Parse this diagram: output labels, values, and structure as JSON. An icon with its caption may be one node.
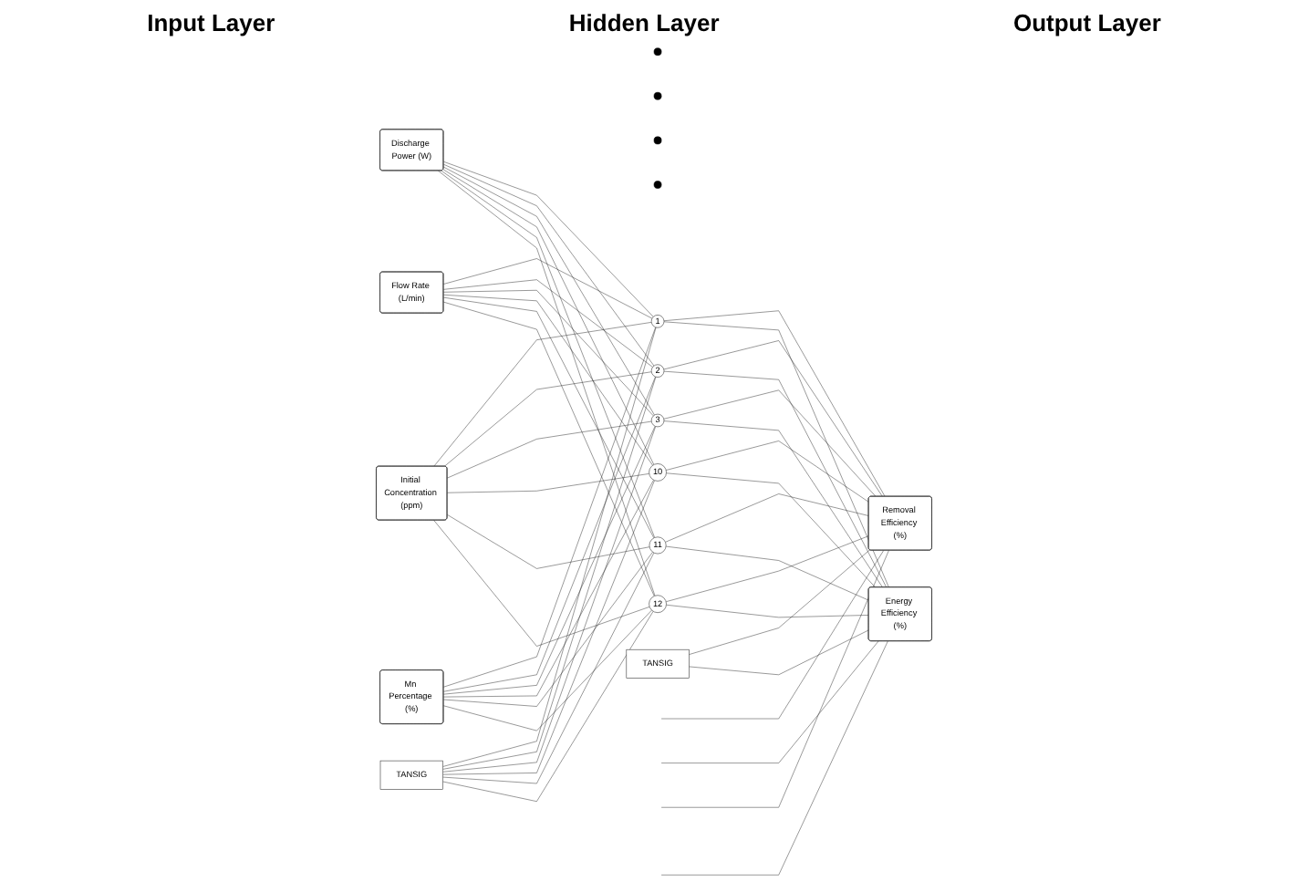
{
  "diagram": {
    "nodes": [
      {
        "text": [
          "Discharge Power (W)"
        ]
      },
      {
        "text": [
          "Flow Rate (L/min)"
        ]
      },
      {
        "text": [
          "Initial Concentration (ppm)"
        ]
      },
      {
        "text": [
          "Mn Percentage (%)"
        ]
      },
      {
        "text": [
          "1"
        ]
      },
      {
        "text": [
          "2"
        ]
      },
      {
        "text": [
          "3"
        ]
      },
      {
        "text": [],
        "shape": "circle"
      },
      {
        "text": [],
        "shape": "circle"
      },
      {
        "text": [],
        "shape": "circle"
      },
      {
        "text": [],
        "shape": "circle"
      },
      {
        "text": [
          "10"
        ]
      },
      {
        "text": [
          "11"
        ]
      },
      {
        "text": [
          "12"
        ]
      },
      {
        "text": [
          "Removal Efficiency (%)"
        ]
      },
      {
        "text": [
          "Energy Efficiency (%)"
        ]
      },
      {
        "text": [
          "TANSIG"
        ]
      },
      {
        "text": [
          "TANSIG"
        ]
      }
    ],
    "edges": [
      {
        "from": 0,
        "to": 4,
        "arrow": "none"
      },
      {
        "from": 0,
        "to": 5,
        "arrow": "none"
      },
      {
        "from": 0,
        "to": 6,
        "arrow": "none"
      },
      {
        "from": 0,
        "to": 11,
        "arrow": "none"
      },
      {
        "from": 0,
        "to": 12,
        "arrow": "none"
      },
      {
        "from": 0,
        "to": 13,
        "arrow": "none"
      },
      {
        "from": 1,
        "to": 4,
        "arrow": "none"
      },
      {
        "from": 1,
        "to": 5,
        "arrow": "none"
      },
      {
        "from": 1,
        "to": 6,
        "arrow": "none"
      },
      {
        "from": 1,
        "to": 11,
        "arrow": "none"
      },
      {
        "from": 1,
        "to": 12,
        "arrow": "none"
      },
      {
        "from": 1,
        "to": 13,
        "arrow": "none"
      },
      {
        "from": 2,
        "to": 4,
        "arrow": "none"
      },
      {
        "from": 2,
        "to": 5,
        "arrow": "none"
      },
      {
        "from": 2,
        "to": 6,
        "arrow": "none"
      },
      {
        "from": 2,
        "to": 11,
        "arrow": "none"
      },
      {
        "from": 2,
        "to": 12,
        "arrow": "none"
      },
      {
        "from": 2,
        "to": 13,
        "arrow": "none"
      },
      {
        "from": 3,
        "to": 4,
        "arrow": "none"
      },
      {
        "from": 3,
        "to": 5,
        "arrow": "none"
      },
      {
        "from": 3,
        "to": 6,
        "arrow": "none"
      },
      {
        "from": 3,
        "to": 11,
        "arrow": "none"
      },
      {
        "from": 3,
        "to": 12,
        "arrow": "none"
      },
      {
        "from": 3,
        "to": 13,
        "arrow": "none"
      },
      {
        "from": 16,
        "to": 4,
        "arrow": "none"
      },
      {
        "from": 16,
        "to": 5,
        "arrow": "none"
      },
      {
        "from": 16,
        "to": 6,
        "arrow": "none"
      },
      {
        "from": 16,
        "to": 11,
        "arrow": "none"
      },
      {
        "from": 16,
        "to": 12,
        "arrow": "none"
      },
      {
        "from": 16,
        "to": 13,
        "arrow": "none"
      },
      {
        "from": 4,
        "to": 14,
        "arrow": "none"
      },
      {
        "from": 4,
        "to": 15,
        "arrow": "none"
      },
      {
        "from": 5,
        "to": 14,
        "arrow": "none"
      },
      {
        "from": 5,
        "to": 15,
        "arrow": "none"
      },
      {
        "from": 6,
        "to": 14,
        "arrow": "none"
      },
      {
        "from": 6,
        "to": 15,
        "arrow": "none"
      },
      {
        "from": null,
        "to": 14,
        "arrow": "none"
      },
      {
        "from": null,
        "to": 15,
        "arrow": "none"
      },
      {
        "from": null,
        "to": 14,
        "arrow": "none"
      },
      {
        "from": null,
        "to": 15,
        "arrow": "none"
      },
      {
        "from": 11,
        "to": 14,
        "arrow": "none"
      },
      {
        "from": 11,
        "to": 15,
        "arrow": "none"
      },
      {
        "from": 12,
        "to": 14,
        "arrow": "none"
      },
      {
        "from": 12,
        "to": 15,
        "arrow": "none"
      },
      {
        "from": 13,
        "to": 14,
        "arrow": "none"
      },
      {
        "from": 13,
        "to": 15,
        "arrow": "none"
      },
      {
        "from": 17,
        "to": 14,
        "arrow": "none"
      },
      {
        "from": 17,
        "to": 15,
        "arrow": "none"
      }
    ],
    "labels": [
      "Input Layer",
      "Hidden Layer",
      "Output Layer"
    ]
  }
}
